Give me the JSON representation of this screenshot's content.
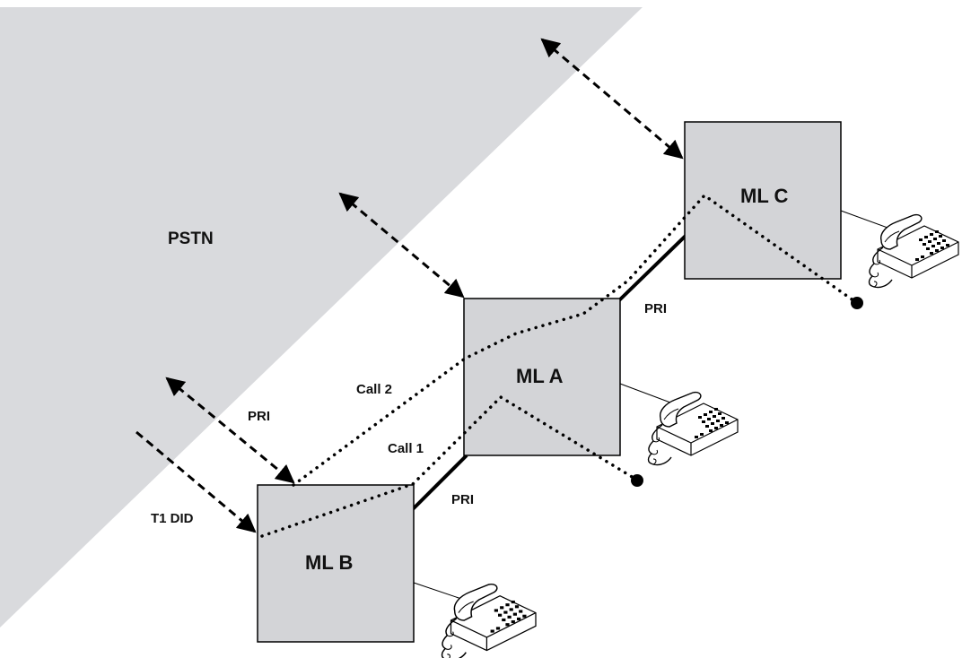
{
  "diagram": {
    "region_label": "PSTN",
    "nodes": {
      "a": "ML A",
      "b": "ML B",
      "c": "ML C"
    },
    "links": {
      "pri_a_c": "PRI",
      "pri_b_a": "PRI",
      "pri_pstn_b": "PRI",
      "t1_did": "T1 DID"
    },
    "calls": {
      "call1": "Call 1",
      "call2": "Call 2"
    },
    "colors": {
      "pstn_fill": "#d9dadd",
      "node_fill": "#d3d4d7",
      "stroke": "#000000"
    }
  }
}
